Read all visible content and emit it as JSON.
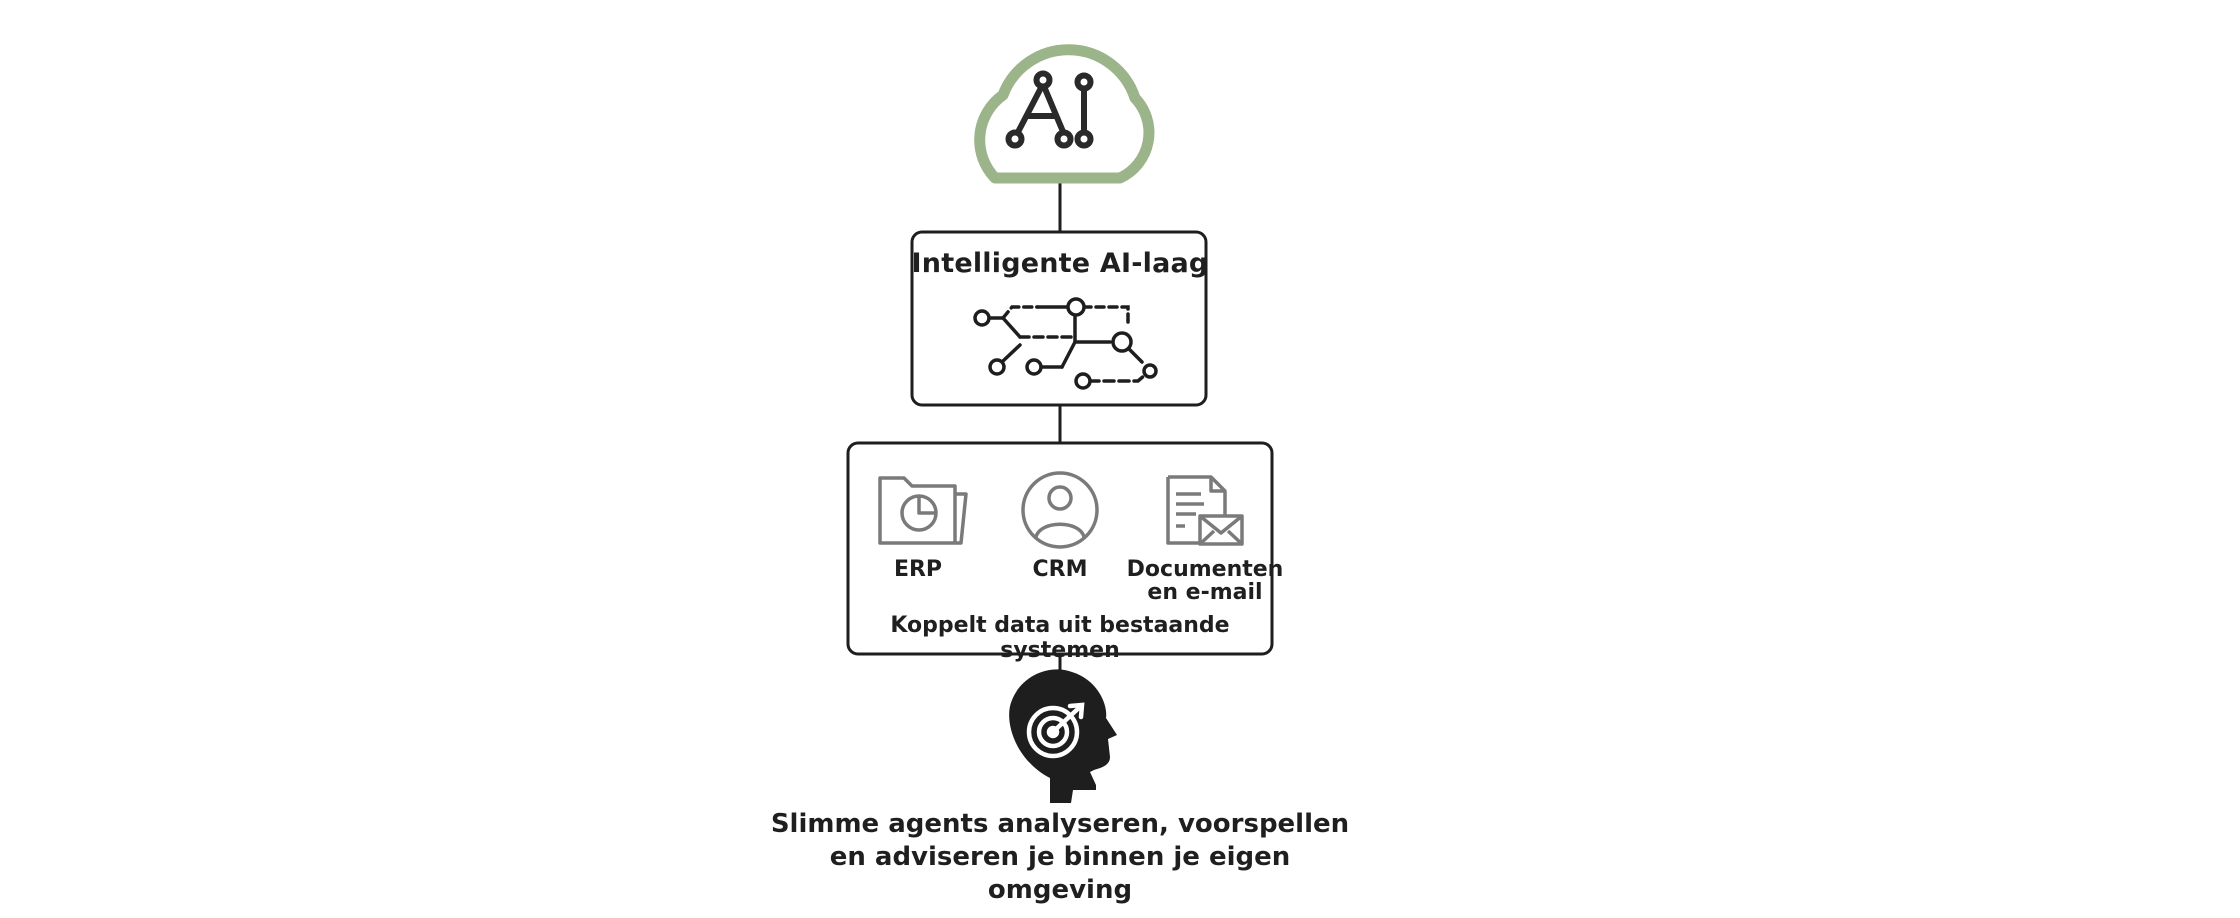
{
  "cloud": {
    "logo_text": "AI"
  },
  "ai_layer": {
    "title": "Intelligente AI-laag",
    "icon": "network-icon"
  },
  "sources": {
    "items": [
      {
        "label": "ERP",
        "icon": "folder-chart-icon"
      },
      {
        "label": "CRM",
        "icon": "user-circle-icon"
      },
      {
        "label_line1": "Documenten",
        "label_line2": "en e-mail",
        "icon": "document-mail-icon"
      }
    ],
    "caption": "Koppelt data uit bestaande systemen"
  },
  "agents": {
    "icon": "head-target-icon",
    "caption_line1": "Slimme agents analyseren, voorspellen",
    "caption_line2": "en adviseren je binnen je eigen omgeving"
  },
  "colors": {
    "cloud_stroke": "#9bb48a",
    "line": "#1e1e1e",
    "icon_gray": "#7a7a7a",
    "head": "#1e1e1e"
  }
}
